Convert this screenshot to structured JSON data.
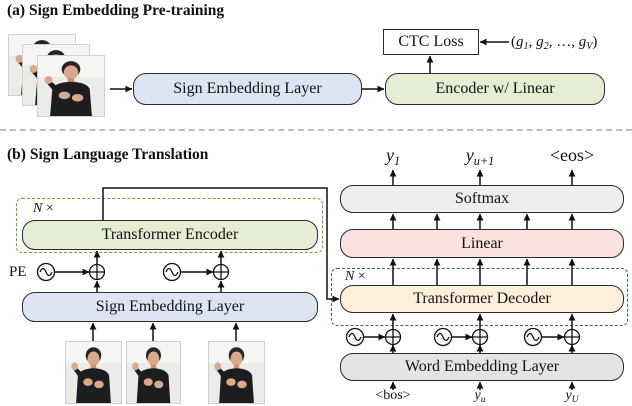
{
  "section_a": {
    "title": "(a) Sign Embedding Pre-training",
    "sign_embedding_layer": "Sign Embedding Layer",
    "encoder": "Encoder w/ Linear",
    "ctc_loss": "CTC Loss",
    "ctc_targets": {
      "open": "(",
      "separator": ",",
      "ellipsis": "…",
      "close": ")",
      "terms": [
        {
          "base": "g",
          "sub": "1"
        },
        {
          "base": "g",
          "sub": "2"
        },
        {
          "base": "g",
          "sub": "V"
        }
      ]
    }
  },
  "section_b": {
    "title": "(b) Sign Language Translation",
    "encoder_stack": {
      "repeat_var": "N",
      "repeat_symbol": "×",
      "layer": "Transformer Encoder"
    },
    "positional_encoding_label": "PE",
    "sign_embedding_layer": "Sign Embedding Layer",
    "decoder_stack": {
      "repeat_var": "N",
      "repeat_symbol": "×",
      "layer": "Transformer Decoder"
    },
    "linear": "Linear",
    "softmax": "Softmax",
    "word_embedding_layer": "Word Embedding Layer",
    "outputs": [
      {
        "base": "y",
        "sub": "1"
      },
      {
        "base": "y",
        "sub": "u+1"
      },
      {
        "base": "<eos>"
      }
    ],
    "inputs": [
      {
        "base": "<bos>"
      },
      {
        "base": "y",
        "sub": "u"
      },
      {
        "base": "y",
        "sub": "U"
      }
    ]
  },
  "icons": {
    "positional_encoding": "sine-wave-icon",
    "addition": "plus-circle-icon",
    "signer": "signer-photo",
    "flow": "arrow"
  },
  "colors": {
    "sign_embedding": "#dde4f4",
    "encoder": "#e5edd5",
    "decoder": "#fdefdb",
    "linear": "#fbe2de",
    "softmax": "#eeeeee",
    "word_embedding": "#e4e4e4",
    "encoder_stack_border": "#6e9c3e",
    "decoder_stack_border": "#3c5b8e",
    "separator": "#bdbdbd"
  }
}
